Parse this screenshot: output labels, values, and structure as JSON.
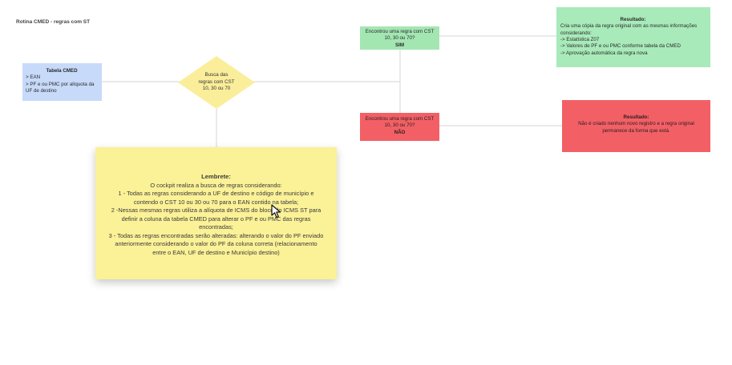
{
  "board": {
    "title": "Rotina CMED - regras com ST"
  },
  "tabela_cmed": {
    "title": "Tabela CMED",
    "lines": [
      "> EAN",
      "> PF e ou PMC por alíquota da",
      "UF de destino"
    ]
  },
  "decision": {
    "lines": [
      "Busca das",
      "regras com CST",
      "10, 30 ou 70"
    ]
  },
  "sim_box": {
    "lines": [
      "Encontrou uma regra com CST",
      "10, 30 ou 70?"
    ],
    "answer": "SIM"
  },
  "nao_box": {
    "lines": [
      "Encontrou uma regra com CST",
      "10, 30 ou 70?"
    ],
    "answer": "NÃO"
  },
  "resultado_sim": {
    "title": "Resultado:",
    "lines": [
      "Cria uma cópia da regra original com as mesmas informações",
      "considerando:",
      "-> Estatística Z07",
      "-> Valores de PF e ou PMC conforme tabela da CMED",
      "-> Aprovação automática da regra nova"
    ]
  },
  "resultado_nao": {
    "title": "Resultado:",
    "lines": [
      "Não é criado nenhum novo registro e a regra original",
      "permanece da forma que está."
    ]
  },
  "lembrete": {
    "title": "Lembrete:",
    "lines": [
      "O cockpit realiza a busca de regras considerando:",
      "1 - Todas as regras considerando a UF de destino e código de município e",
      "contendo o CST 10 ou 30 ou 70 para o EAN contido na tabela;",
      "2 -Nessas mesmas regras utiliza a alíquota de ICMS do bloco do ICMS ST para",
      "definir a coluna da tabela CMED para alterar o PF e ou PMC das regras",
      "encontradas;",
      "3 - Todas as regras encontradas serão alteradas: alterando o valor do PF enviado",
      "anteriormente considerando o valor do PF da coluna correta (relacionamento",
      "entre o EAN, UF de destino e Município destino)"
    ]
  },
  "colors": {
    "blue_card": "#c7daf9",
    "diamond": "#fbee9b",
    "green_card": "#a3e6b2",
    "red_card": "#f26066",
    "sticky_note": "#fbf197",
    "connector": "#d6d6d6"
  }
}
